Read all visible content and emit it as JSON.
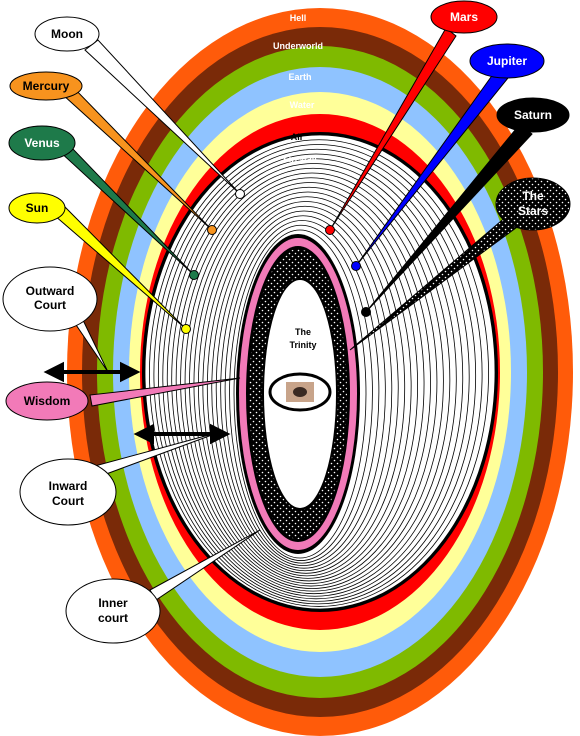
{
  "rings": [
    {
      "label": "Hell",
      "color": "#ff5b0a"
    },
    {
      "label": "Underworld",
      "color": "#7a2a08"
    },
    {
      "label": "Earth",
      "color": "#7fba00"
    },
    {
      "label": "Water",
      "color": "#8fc3ff"
    },
    {
      "label": "Air",
      "color": "#ffff99"
    },
    {
      "label": "Firewall",
      "color": "#ff0000"
    }
  ],
  "planets": [
    {
      "label": "Moon",
      "bubble_color": "#ffffff",
      "text_color": "#000000",
      "dot_color": "#ffffff"
    },
    {
      "label": "Mercury",
      "bubble_color": "#f7931e",
      "text_color": "#000000",
      "dot_color": "#f7931e"
    },
    {
      "label": "Venus",
      "bubble_color": "#1e7a4a",
      "text_color": "#ffffff",
      "dot_color": "#1e7a4a"
    },
    {
      "label": "Sun",
      "bubble_color": "#ffff00",
      "text_color": "#000000",
      "dot_color": "#ffff00"
    },
    {
      "label": "Mars",
      "bubble_color": "#ff0000",
      "text_color": "#ffffff",
      "dot_color": "#ff0000"
    },
    {
      "label": "Jupiter",
      "bubble_color": "#0000ff",
      "text_color": "#ffffff",
      "dot_color": "#0000ff"
    },
    {
      "label": "Saturn",
      "bubble_color": "#000000",
      "text_color": "#ffffff",
      "dot_color": "#000000"
    }
  ],
  "stars": {
    "line1": "The",
    "line2": "Stars"
  },
  "wisdom": {
    "label": "Wisdom",
    "color": "#f27ab8"
  },
  "courts": {
    "outward": {
      "line1": "Outward",
      "line2": "Court"
    },
    "inward": {
      "line1": "Inward",
      "line2": "Court"
    },
    "inner": {
      "line1": "Inner",
      "line2": "court"
    }
  },
  "trinity": {
    "line1": "The",
    "line2": "Trinity"
  }
}
